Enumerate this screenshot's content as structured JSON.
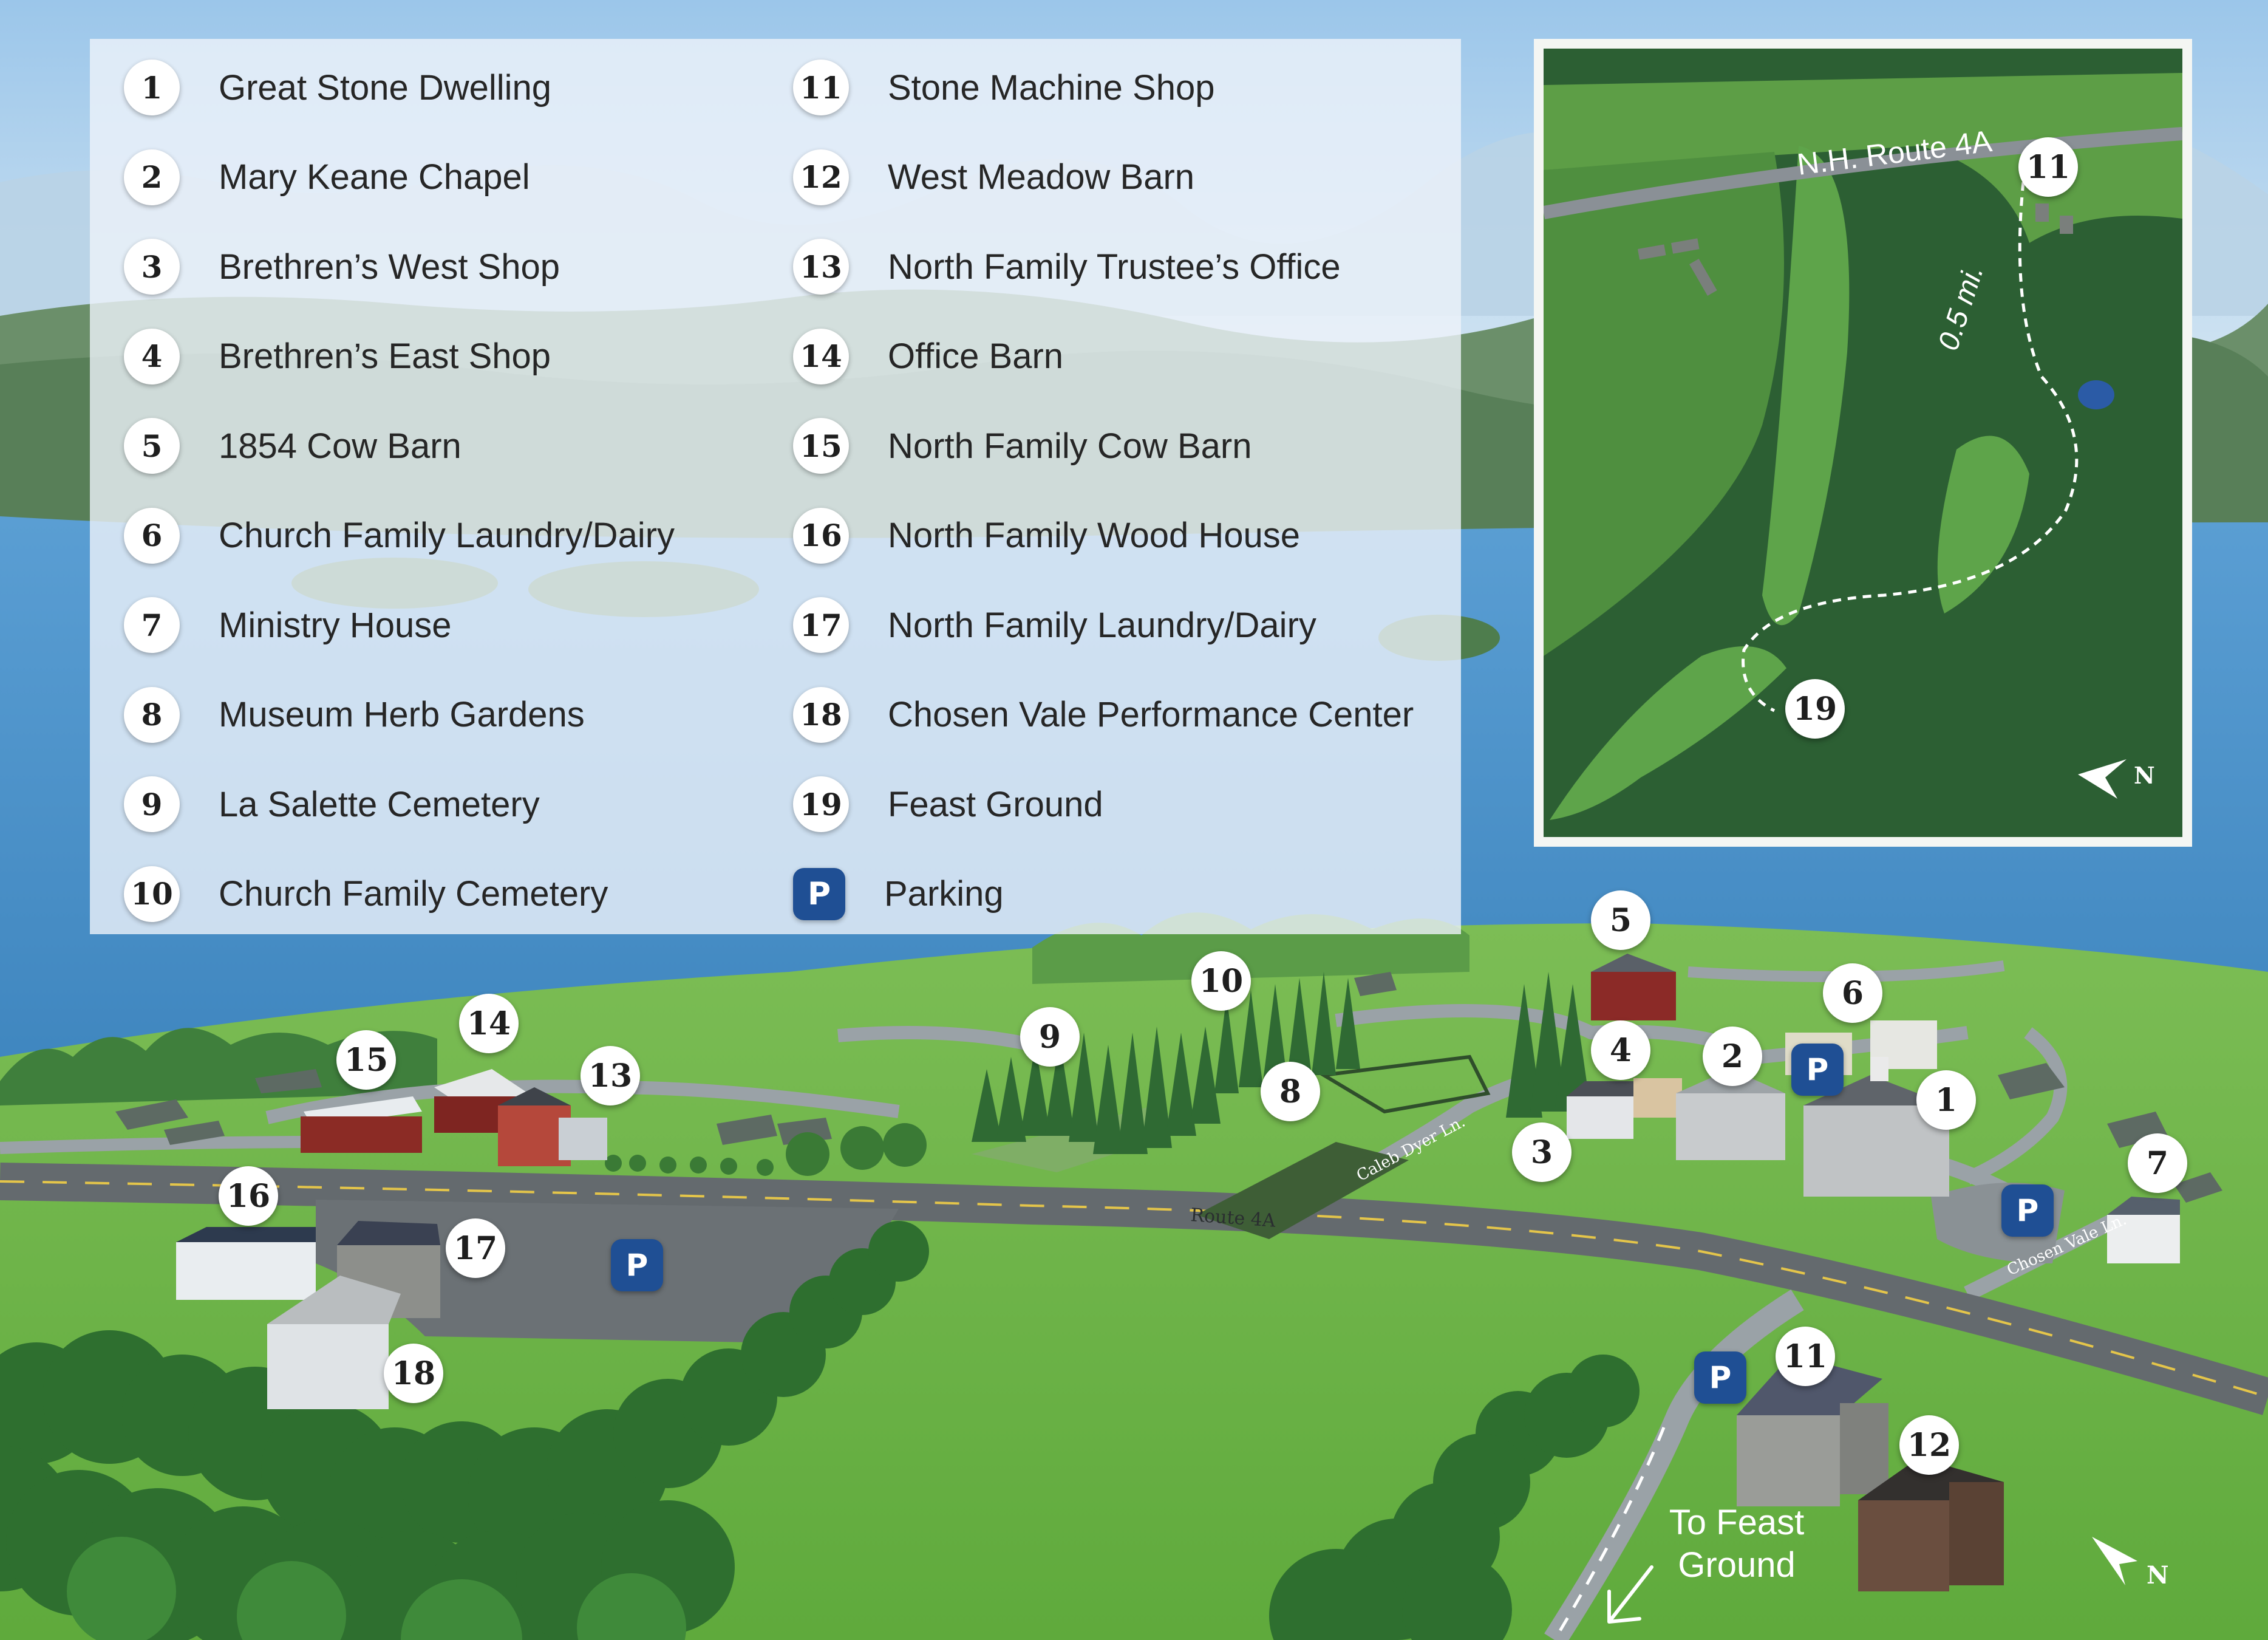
{
  "legend": {
    "items": [
      {
        "num": "1",
        "label": "Great Stone Dwelling"
      },
      {
        "num": "2",
        "label": "Mary Keane Chapel"
      },
      {
        "num": "3",
        "label": "Brethren’s West Shop"
      },
      {
        "num": "4",
        "label": "Brethren’s East Shop"
      },
      {
        "num": "5",
        "label": "1854 Cow Barn"
      },
      {
        "num": "6",
        "label": "Church Family Laundry/Dairy"
      },
      {
        "num": "7",
        "label": "Ministry House"
      },
      {
        "num": "8",
        "label": "Museum Herb Gardens"
      },
      {
        "num": "9",
        "label": "La Salette Cemetery"
      },
      {
        "num": "10",
        "label": "Church Family Cemetery"
      },
      {
        "num": "11",
        "label": "Stone Machine Shop"
      },
      {
        "num": "12",
        "label": "West Meadow Barn"
      },
      {
        "num": "13",
        "label": "North Family Trustee’s Office"
      },
      {
        "num": "14",
        "label": "Office Barn"
      },
      {
        "num": "15",
        "label": "North Family Cow Barn"
      },
      {
        "num": "16",
        "label": "North Family Wood House"
      },
      {
        "num": "17",
        "label": "North Family Laundry/Dairy"
      },
      {
        "num": "18",
        "label": "Chosen Vale Performance Center"
      },
      {
        "num": "19",
        "label": "Feast Ground"
      },
      {
        "num": "P",
        "label": "Parking"
      }
    ]
  },
  "inset": {
    "road_label": "N.H. Route 4A",
    "distance_label": "0.5 mi.",
    "marker_11": "11",
    "marker_19": "19",
    "north_label": "N"
  },
  "map": {
    "route_label": "Route 4A",
    "caleb_label": "Caleb Dyer Ln.",
    "chosen_vale_label": "Chosen Vale Ln.",
    "feast_line1": "To Feast",
    "feast_line2": "Ground",
    "north_label": "N",
    "parking_symbol": "P",
    "markers": [
      "1",
      "2",
      "3",
      "4",
      "5",
      "6",
      "7",
      "8",
      "9",
      "10",
      "11",
      "12",
      "13",
      "14",
      "15",
      "16",
      "17",
      "18"
    ]
  },
  "colors": {
    "sky": "#9cc7ea",
    "water": "#4f95cc",
    "grass": "#6fb54a",
    "forest": "#2f6a33",
    "road": "#5f6468",
    "parking": "#1f4f94"
  }
}
